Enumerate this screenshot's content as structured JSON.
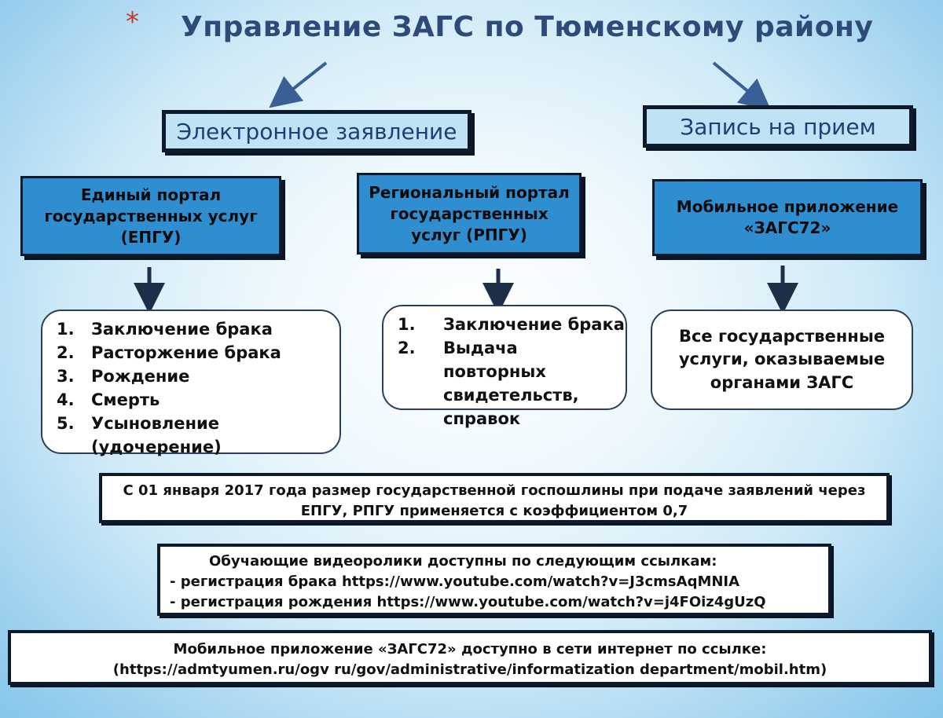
{
  "title": "Управление ЗАГС по Тюменскому району",
  "star": "*",
  "branches": {
    "electronic": "Электронное заявление",
    "appointment": "Запись на прием"
  },
  "portals": {
    "epgu": [
      "Единый портал",
      "государственных услуг",
      "(ЕПГУ)"
    ],
    "rpgu": [
      "Региональный портал",
      "государственных",
      "услуг (РПГУ)"
    ],
    "mobile": [
      "Мобильное приложение",
      "«ЗАГС72»"
    ]
  },
  "epgu_services": [
    {
      "n": "1.",
      "text": "Заключение брака"
    },
    {
      "n": "2.",
      "text": "Расторжение брака"
    },
    {
      "n": "3.",
      "text": "Рождение"
    },
    {
      "n": "4.",
      "text": "Смерть"
    },
    {
      "n": "5.",
      "text": "Усыновление (удочерение)"
    }
  ],
  "rpgu_services": [
    {
      "n": "1.",
      "text": "Заключение брака"
    },
    {
      "n": "2.",
      "text": "Выдача повторных свидетельств, справок"
    }
  ],
  "mobile_services": [
    "Все государственные",
    "услуги, оказываемые",
    "органами ЗАГС"
  ],
  "fee_note": [
    "С 01 января 2017 года размер государственной госпошлины при подаче заявлений через",
    "ЕПГУ, РПГУ применяется с коэффициентом 0,7"
  ],
  "video_note": {
    "heading": "Обучающие видеоролики доступны по следующим ссылкам:",
    "line1": "- регистрация брака https://www.youtube.com/watch?v=J3cmsAqMNIA",
    "line2": "- регистрация рождения https://www.youtube.com/watch?v=j4FOiz4gUzQ"
  },
  "app_note": {
    "line1": "Мобильное приложение «ЗАГС72» доступно в сети интернет по ссылке:",
    "line2": "(https://admtyumen.ru/ogv ru/gov/administrative/informatization department/mobil.htm)"
  },
  "colors": {
    "title": "#2d4a78",
    "header_fill": "#bfe3f5",
    "portal_fill": "#2f8ed0",
    "border": "#0d1a2b",
    "arrow": "#3a5f97"
  }
}
